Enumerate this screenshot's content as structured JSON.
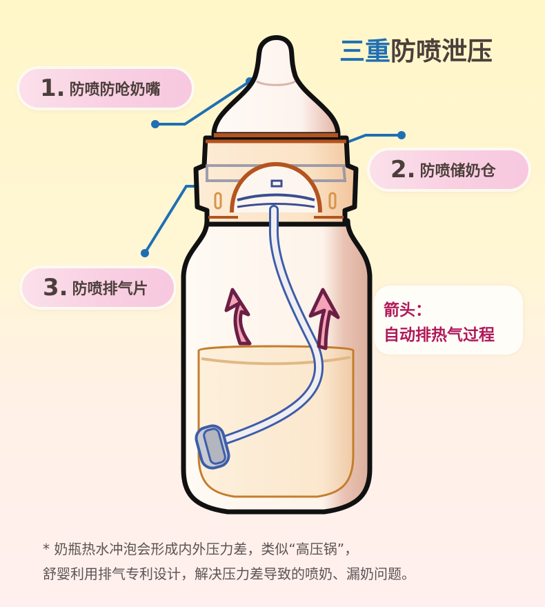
{
  "header": {
    "title_accent": "三重",
    "title_rest": "防喷泄压"
  },
  "callouts": [
    {
      "number": "1.",
      "label": "防喷防呛奶嘴"
    },
    {
      "number": "2.",
      "label": "防喷储奶仓"
    },
    {
      "number": "3.",
      "label": "防喷排气片"
    }
  ],
  "arrow_note": {
    "line1": "箭头：",
    "line2": "自动排热气过程"
  },
  "footer": {
    "line1": "* 奶瓶热水冲泡会形成内外压力差，类似“高压锅”，",
    "line2": "舒婴利用排气专利设计，解决压力差导致的喷奶、漏奶问题。"
  },
  "colors": {
    "title_accent": "#1f6fb3",
    "title_text": "#4b3f3b",
    "callout_line": "#1f6fb3",
    "arrow_note_text": "#b0195a",
    "arrow_fill": "#f4a3b8",
    "arrow_stroke": "#6b1f45",
    "background_top": "#fff7c8",
    "background_bottom": "#fff0ef"
  },
  "icons": {
    "bottle": "baby-bottle-illustration",
    "arrows": "up-arrow-icon"
  }
}
